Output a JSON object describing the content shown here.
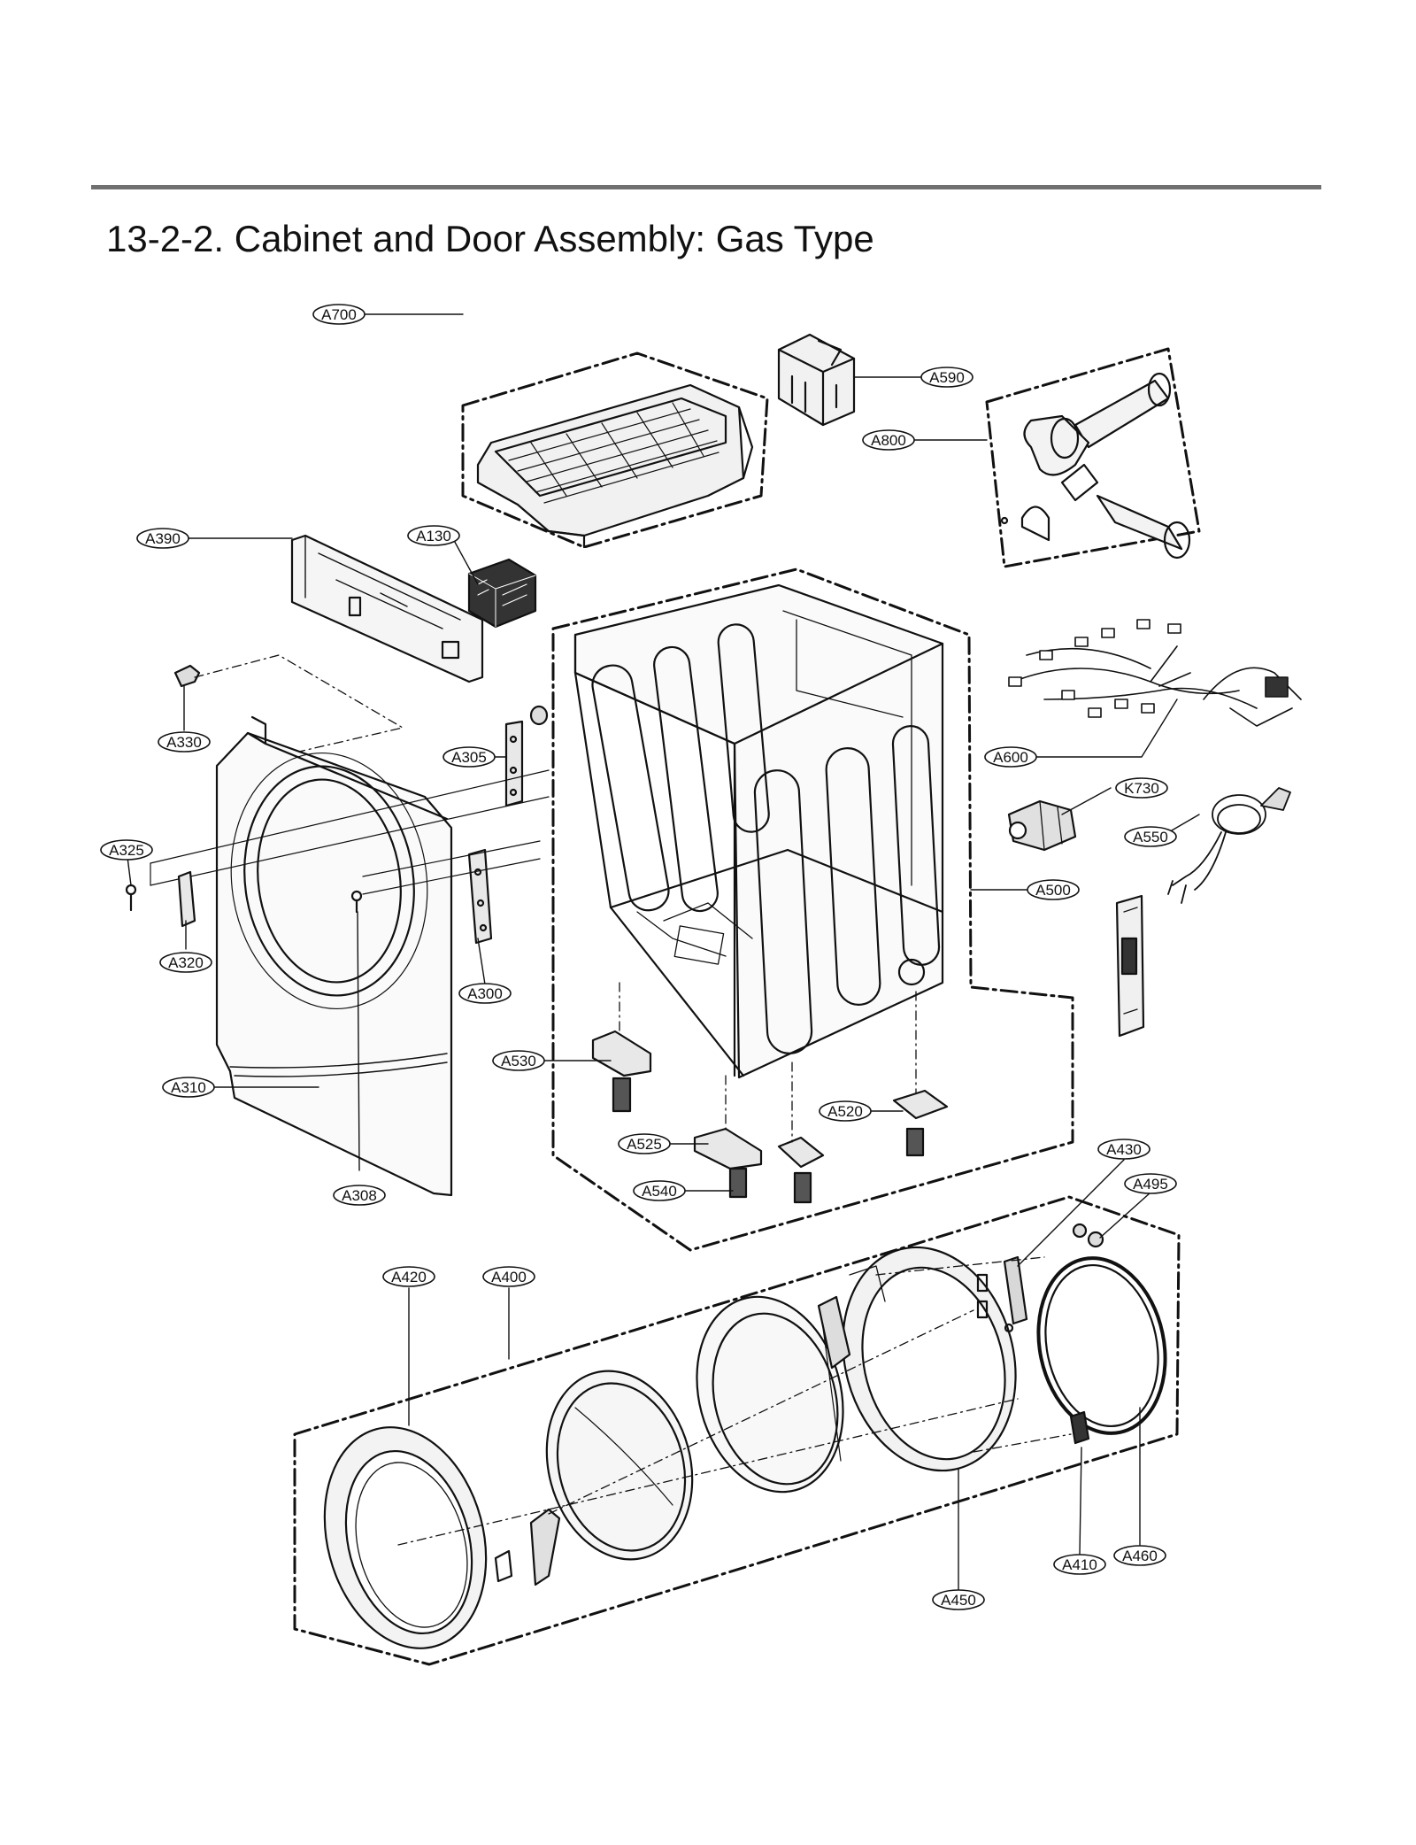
{
  "page": {
    "title": "13-2-2. Cabinet and Door Assembly: Gas Type"
  },
  "colors": {
    "rule": "#707070",
    "ink": "#111111"
  },
  "parts": [
    {
      "id": "A700",
      "label": "A700"
    },
    {
      "id": "A590",
      "label": "A590"
    },
    {
      "id": "A800",
      "label": "A800"
    },
    {
      "id": "A390",
      "label": "A390"
    },
    {
      "id": "A130",
      "label": "A130"
    },
    {
      "id": "A330",
      "label": "A330"
    },
    {
      "id": "A305",
      "label": "A305"
    },
    {
      "id": "A600",
      "label": "A600"
    },
    {
      "id": "K730",
      "label": "K730"
    },
    {
      "id": "A325",
      "label": "A325"
    },
    {
      "id": "A550",
      "label": "A550"
    },
    {
      "id": "A500",
      "label": "A500"
    },
    {
      "id": "A320",
      "label": "A320"
    },
    {
      "id": "A300",
      "label": "A300"
    },
    {
      "id": "A530",
      "label": "A530"
    },
    {
      "id": "A310",
      "label": "A310"
    },
    {
      "id": "A520",
      "label": "A520"
    },
    {
      "id": "A525",
      "label": "A525"
    },
    {
      "id": "A430",
      "label": "A430"
    },
    {
      "id": "A495",
      "label": "A495"
    },
    {
      "id": "A540",
      "label": "A540"
    },
    {
      "id": "A308",
      "label": "A308"
    },
    {
      "id": "A420",
      "label": "A420"
    },
    {
      "id": "A400",
      "label": "A400"
    },
    {
      "id": "A410",
      "label": "A410"
    },
    {
      "id": "A460",
      "label": "A460"
    },
    {
      "id": "A450",
      "label": "A450"
    }
  ]
}
